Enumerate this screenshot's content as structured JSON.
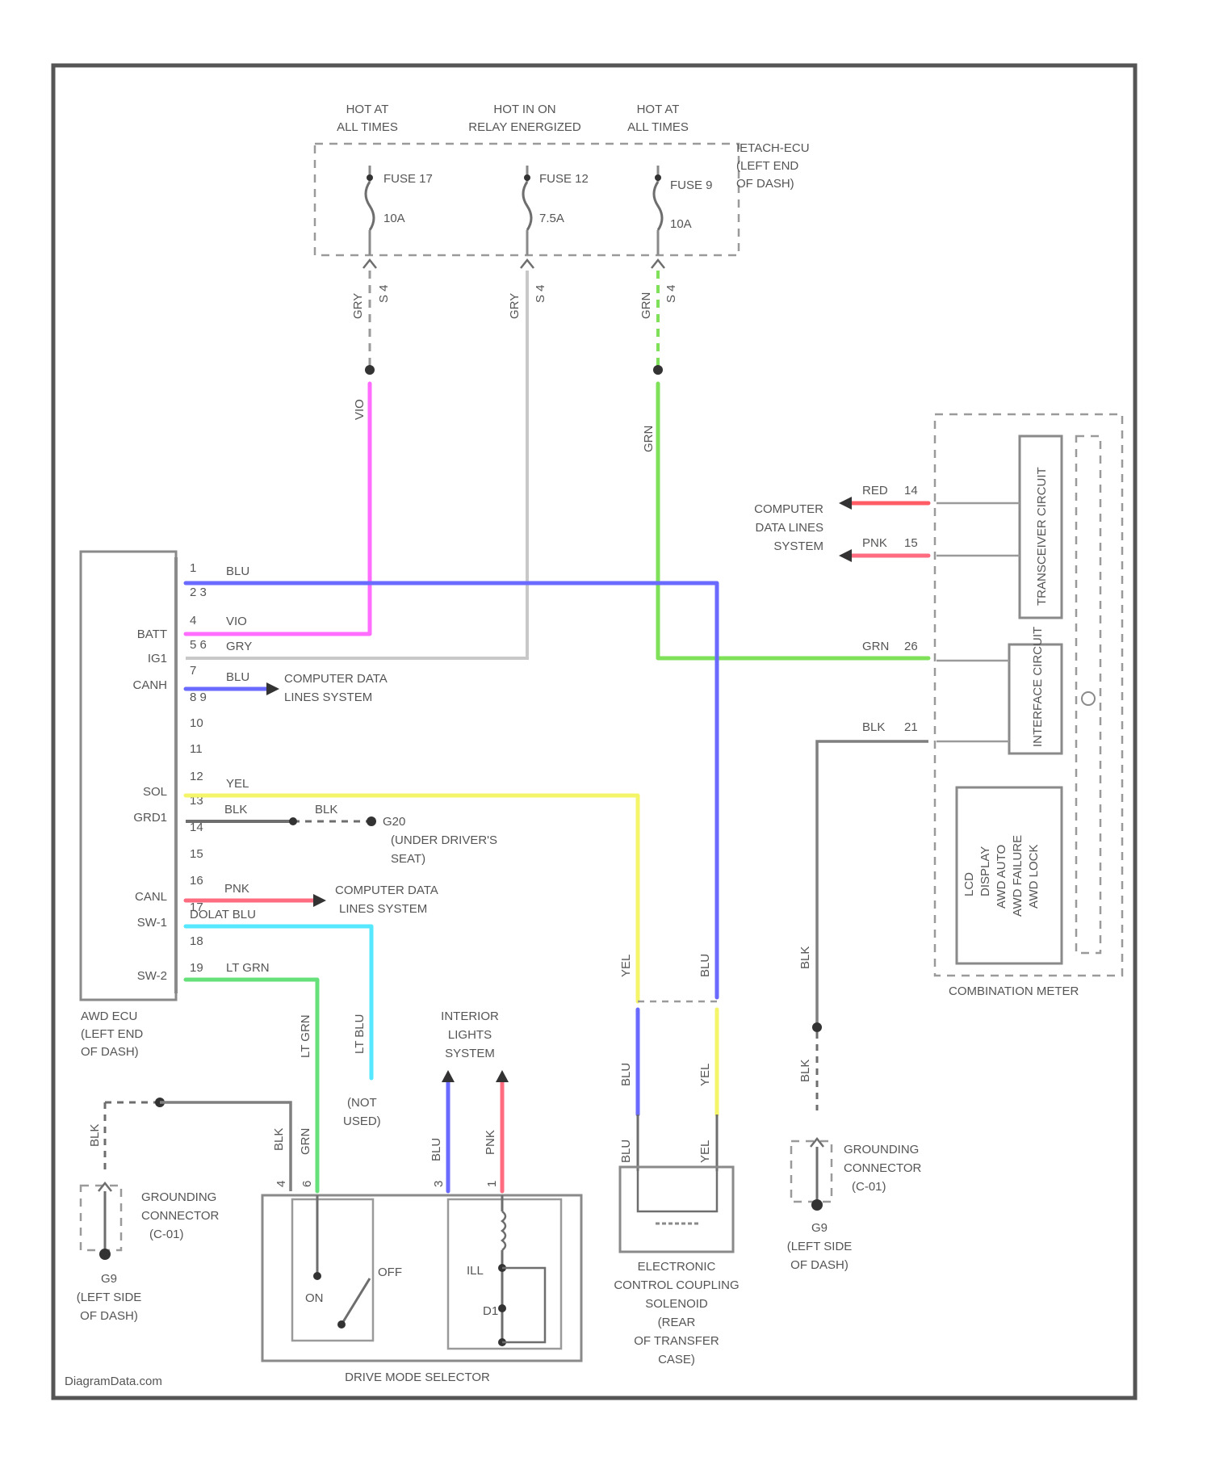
{
  "watermark": "DiagramData.com",
  "colors": {
    "blu": "#6a6aff",
    "vio": "#ff6dff",
    "gry": "#c8c8c8",
    "grn": "#7fe05a",
    "yel": "#f5f56a",
    "pnk": "#ff6b7f",
    "red": "#ff5c66",
    "ltblu": "#55e8ff",
    "ltgrn": "#66e07a",
    "blk": "#6e6e6e"
  },
  "power": {
    "hot1": [
      "HOT AT",
      "ALL TIMES"
    ],
    "hot2": [
      "HOT IN ON",
      "RELAY ENERGIZED"
    ],
    "hot3": [
      "HOT AT",
      "ALL TIMES"
    ],
    "fuse1": {
      "name": "FUSE 17",
      "amp": "10A"
    },
    "fuse2": {
      "name": "FUSE 12",
      "amp": "7.5A"
    },
    "fuse3": {
      "name": "FUSE 9",
      "amp": "10A"
    },
    "box_label": [
      "IETACH-ECU",
      "(LEFT END",
      "OF DASH)"
    ],
    "pin_labels": [
      "GRY",
      "GRY",
      "GRN"
    ],
    "conn_labels": [
      "S 4",
      "S 4",
      "S 4"
    ]
  },
  "wires": {
    "vio_up": "VIO",
    "grn_up": "GRN",
    "ecm_blu": "BLU",
    "ecm_vio": "VIO",
    "ecm_gry": "GRY",
    "ecm_blu2": "BLU",
    "ecm_yel": "YEL",
    "ecm_blk": "BLK",
    "ecm_blk2": "BLK",
    "ecm_pnk": "PNK",
    "ecm_ltblu": "DOLAT BLU",
    "ecm_ltgrn": "LT GRN",
    "ltgrn_v": "LT GRN",
    "ltblu_v": "LT BLU",
    "blu_v": "BLU",
    "yel_v": "YEL",
    "blu_v2": "BLU",
    "yel_v2": "YEL",
    "blk_ground": "BLK",
    "blk_ground2": "BLK",
    "blk_sel": "BLK",
    "grn_sel": "GRN",
    "blu_int": "BLU",
    "pnk_int": "PNK",
    "blk_meter": "BLK",
    "blk_meter_v": "BLK",
    "blk_meter_v2": "BLK"
  },
  "ecu": {
    "pins": [
      "1",
      "2 3",
      "4",
      "5 6",
      "7",
      "8 9",
      "10",
      "11",
      "12",
      "13",
      "14",
      "15",
      "16",
      "17",
      "18",
      "19"
    ],
    "labels": {
      "batt": "BATT",
      "ig1": "IG1",
      "canh": "CANH",
      "sol": "SOL",
      "grd1": "GRD1",
      "canl": "CANL",
      "sw1": "SW-1",
      "sw2": "SW-2"
    },
    "name": [
      "AWD ECU",
      "(LEFT END",
      "OF DASH)"
    ]
  },
  "refs": {
    "can_top": [
      "COMPUTER DATA",
      "LINES SYSTEM"
    ],
    "can_bot": [
      "COMPUTER DATA",
      "LINES SYSTEM"
    ],
    "ground_g": [
      "G20",
      "(UNDER DRIVER'S",
      "SEAT)"
    ],
    "meter_can": [
      "COMPUTER",
      "DATA LINES",
      "SYSTEM"
    ],
    "not_used": [
      "(NOT",
      "USED)"
    ],
    "interior": [
      "INTERIOR",
      "LIGHTS",
      "SYSTEM"
    ]
  },
  "meter": {
    "red_label": "RED",
    "red_pin": "14",
    "pnk_label": "PNK",
    "pnk_pin": "15",
    "grn_label": "GRN",
    "grn_pin": "26",
    "blk_label": "BLK",
    "blk_pin": "21",
    "trans_circuit": "TRANSCEIVER CIRCUIT",
    "interface": "INTERFACE CIRCUIT",
    "lcd": [
      "LCD",
      "DISPLAY",
      "AWD AUTO",
      "AWD FAILURE",
      "AWD LOCK"
    ],
    "name": "COMBINATION METER"
  },
  "selector": {
    "on": "ON",
    "off": "OFF",
    "ill": "ILL",
    "d1": "D1",
    "name": "DRIVE MODE SELECTOR",
    "pin_blk": "4",
    "pin_grn": "6",
    "pin_blu": "3",
    "pin_pnk": "1"
  },
  "solenoid": {
    "name": [
      "ELECTRONIC",
      "CONTROL COUPLING",
      "SOLENOID",
      "(REAR",
      "OF TRANSFER",
      "CASE)"
    ],
    "wire_labels": [
      "BLU",
      "YEL"
    ]
  },
  "grounds": {
    "left_conn": [
      "GROUNDING",
      "CONNECTOR",
      "(C-01)"
    ],
    "left_g": [
      "G9",
      "(LEFT SIDE",
      "OF DASH)"
    ],
    "right_conn": [
      "GROUNDING",
      "CONNECTOR",
      "(C-01)"
    ],
    "right_g": [
      "G9",
      "(LEFT SIDE",
      "OF DASH)"
    ]
  }
}
